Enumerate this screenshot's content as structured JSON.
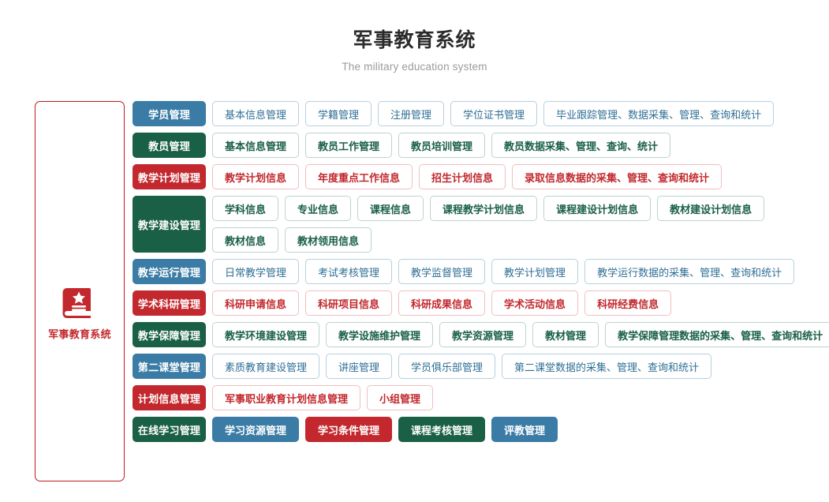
{
  "header": {
    "title": "军事教育系统",
    "subtitle": "The military education system"
  },
  "sidebar": {
    "icon": "book-star-icon",
    "label": "军事教育系统",
    "border_color": "#c0181f"
  },
  "colors": {
    "blue": "#3a7ca5",
    "green": "#1a6046",
    "red": "#c2282d",
    "blue_border": "#b6d0e0",
    "green_border": "#bcd4c9",
    "red_border": "#f0bfc2",
    "title": "#2b2b2b",
    "subtitle": "#9a9a9a"
  },
  "rows": [
    {
      "header": "学员管理",
      "theme": "blue",
      "style": "outline",
      "lines": [
        [
          "基本信息管理",
          "学籍管理",
          "注册管理",
          "学位证书管理",
          "毕业跟踪管理、数据采集、管理、查询和统计"
        ]
      ]
    },
    {
      "header": "教员管理",
      "theme": "green",
      "style": "outline",
      "lines": [
        [
          "基本信息管理",
          "教员工作管理",
          "教员培训管理",
          "教员数据采集、管理、查询、统计"
        ]
      ]
    },
    {
      "header": "教学计划管理",
      "theme": "red",
      "style": "outline",
      "lines": [
        [
          "教学计划信息",
          "年度重点工作信息",
          "招生计划信息",
          "录取信息数据的采集、管理、查询和统计"
        ]
      ]
    },
    {
      "header": "教学建设管理",
      "theme": "green",
      "style": "outline",
      "lines": [
        [
          "学科信息",
          "专业信息",
          "课程信息",
          "课程教学计划信息",
          "课程建设计划信息",
          "教材建设计划信息"
        ],
        [
          "教材信息",
          "教材领用信息"
        ]
      ]
    },
    {
      "header": "教学运行管理",
      "theme": "blue",
      "style": "outline",
      "lines": [
        [
          "日常教学管理",
          "考试考核管理",
          "教学监督管理",
          "教学计划管理",
          "教学运行数据的采集、管理、查询和统计"
        ]
      ]
    },
    {
      "header": "学术科研管理",
      "theme": "red",
      "style": "outline",
      "lines": [
        [
          "科研申请信息",
          "科研项目信息",
          "科研成果信息",
          "学术活动信息",
          "科研经费信息"
        ]
      ]
    },
    {
      "header": "教学保障管理",
      "theme": "green",
      "style": "outline",
      "lines": [
        [
          "教学环境建设管理",
          "教学设施维护管理",
          "教学资源管理",
          "教材管理",
          "教学保障管理数据的采集、管理、查询和统计"
        ]
      ]
    },
    {
      "header": "第二课堂管理",
      "theme": "blue",
      "style": "outline",
      "lines": [
        [
          "素质教育建设管理",
          "讲座管理",
          "学员俱乐部管理",
          "第二课堂数据的采集、管理、查询和统计"
        ]
      ]
    },
    {
      "header": "计划信息管理",
      "theme": "red",
      "style": "outline",
      "lines": [
        [
          "军事职业教育计划信息管理",
          "小组管理"
        ]
      ]
    },
    {
      "header": "在线学习管理",
      "theme": "green",
      "style": "solid",
      "lines": [
        [
          {
            "label": "学习资源管理",
            "theme": "blue"
          },
          {
            "label": "学习条件管理",
            "theme": "red"
          },
          {
            "label": "课程考核管理",
            "theme": "green"
          },
          {
            "label": "评教管理",
            "theme": "blue"
          }
        ]
      ]
    }
  ]
}
